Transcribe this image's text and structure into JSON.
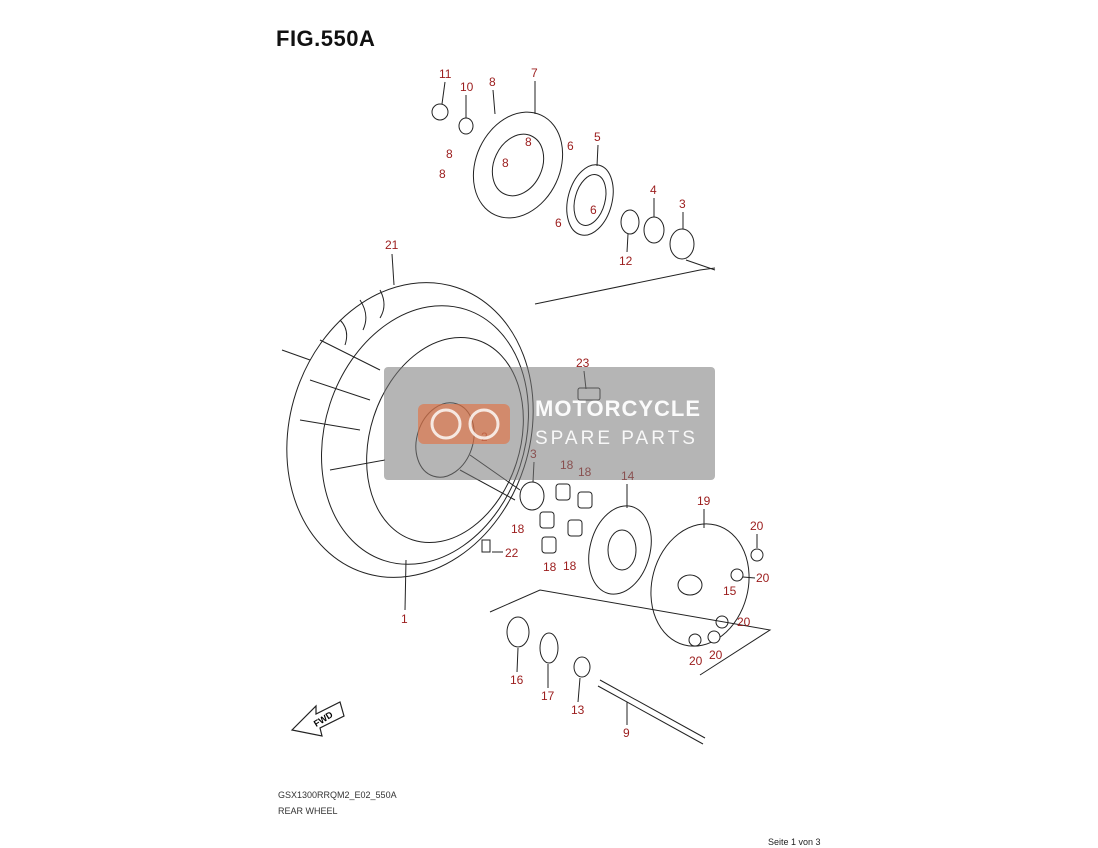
{
  "figure": {
    "title": "FIG.550A",
    "model_code": "GSX1300RRQM2_E02_550A",
    "section": "REAR WHEEL",
    "page": "Seite 1 von 3"
  },
  "watermark": {
    "line1": "MOTORCYCLE",
    "line2": "SPARE PARTS"
  },
  "fwd_arrow": "FWD",
  "callouts": [
    {
      "id": "c11",
      "text": "11"
    },
    {
      "id": "c10",
      "text": "10"
    },
    {
      "id": "c8a",
      "text": "8"
    },
    {
      "id": "c7",
      "text": "7"
    },
    {
      "id": "c8b",
      "text": "8"
    },
    {
      "id": "c8c",
      "text": "8"
    },
    {
      "id": "c8d",
      "text": "8"
    },
    {
      "id": "c8e",
      "text": "8"
    },
    {
      "id": "c6a",
      "text": "6"
    },
    {
      "id": "c5",
      "text": "5"
    },
    {
      "id": "c6b",
      "text": "6"
    },
    {
      "id": "c6c",
      "text": "6"
    },
    {
      "id": "c4",
      "text": "4"
    },
    {
      "id": "c3a",
      "text": "3"
    },
    {
      "id": "c12",
      "text": "12"
    },
    {
      "id": "c21",
      "text": "21"
    },
    {
      "id": "c23",
      "text": "23"
    },
    {
      "id": "c2",
      "text": "2"
    },
    {
      "id": "c3b",
      "text": "3"
    },
    {
      "id": "c18a",
      "text": "18"
    },
    {
      "id": "c18b",
      "text": "18"
    },
    {
      "id": "c14",
      "text": "14"
    },
    {
      "id": "c19",
      "text": "19"
    },
    {
      "id": "c18c",
      "text": "18"
    },
    {
      "id": "c20a",
      "text": "20"
    },
    {
      "id": "c22",
      "text": "22"
    },
    {
      "id": "c18d",
      "text": "18"
    },
    {
      "id": "c18e",
      "text": "18"
    },
    {
      "id": "c20b",
      "text": "20"
    },
    {
      "id": "c15",
      "text": "15"
    },
    {
      "id": "c1",
      "text": "1"
    },
    {
      "id": "c20c",
      "text": "20"
    },
    {
      "id": "c20d",
      "text": "20"
    },
    {
      "id": "c20e",
      "text": "20"
    },
    {
      "id": "c16",
      "text": "16"
    },
    {
      "id": "c17",
      "text": "17"
    },
    {
      "id": "c13",
      "text": "13"
    },
    {
      "id": "c9",
      "text": "9"
    }
  ]
}
